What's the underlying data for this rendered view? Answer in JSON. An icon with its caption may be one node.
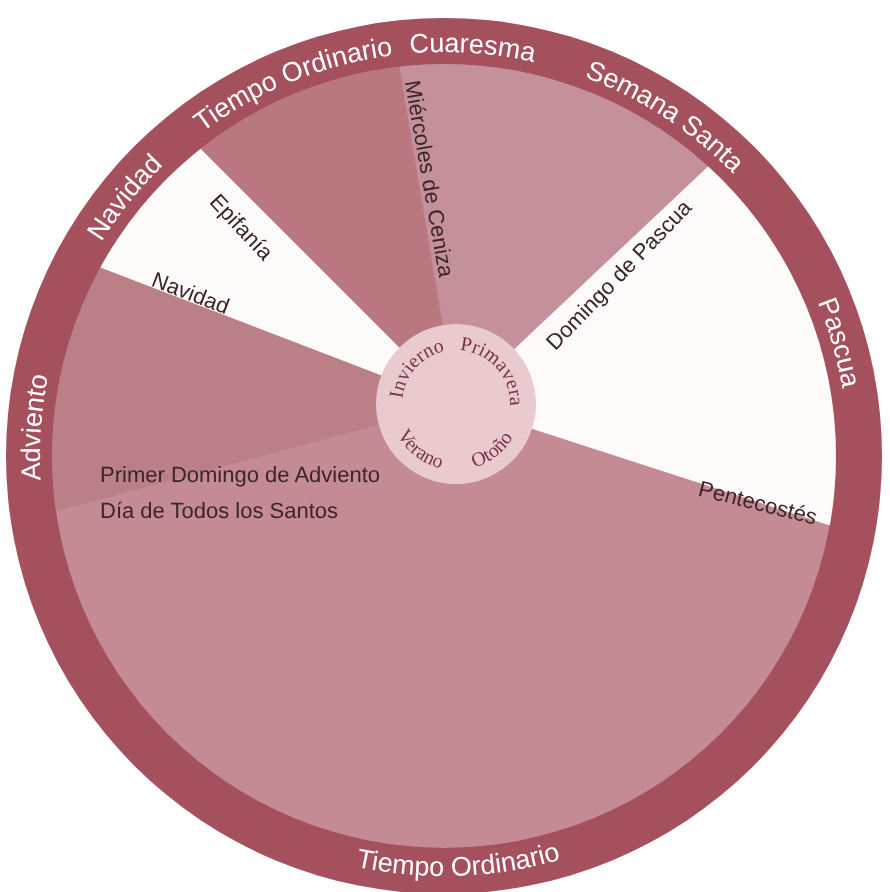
{
  "diagram": {
    "labels": [
      "Adviento",
      "Navidad",
      "Tiempo Ordinario",
      "Cuaresma",
      "Semana Santa",
      "Pascua",
      "Epifanía",
      "Navidad",
      "Miércoles de Ceniza",
      "Domingo de Pascua",
      "Invierno",
      "Primavera",
      "Primer Domingo de Adviento",
      "Día de Todos los Santos",
      "Verano",
      "Otoño",
      "Pentecostés",
      "Tiempo Ordinario"
    ]
  }
}
